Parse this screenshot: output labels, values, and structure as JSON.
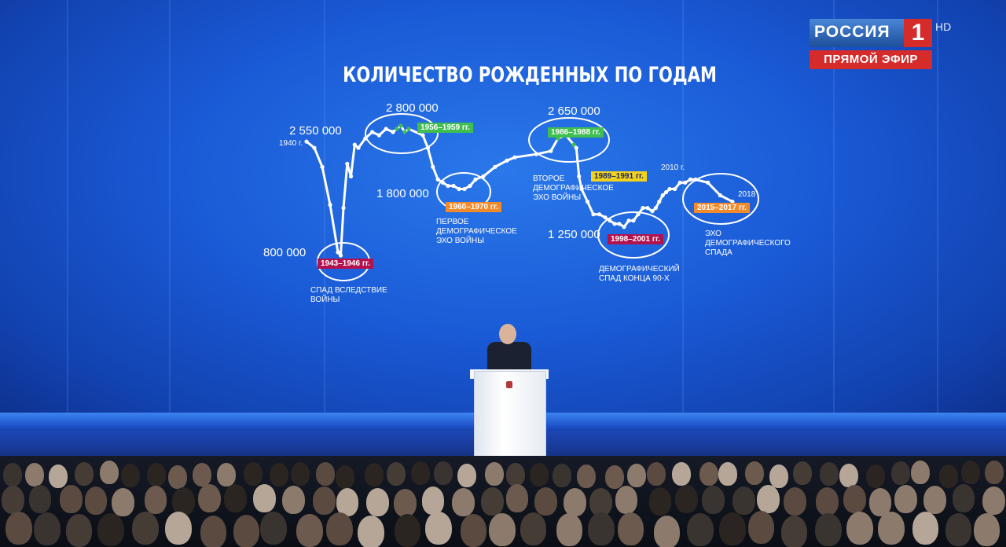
{
  "broadcast": {
    "channel_name": "РОССИЯ",
    "channel_number": "1",
    "quality": "HD",
    "live_label": "ПРЯМОЙ ЭФИР",
    "brand_colors": {
      "blue": "#2a62b8",
      "red": "#d52b2b"
    }
  },
  "slide": {
    "title": "КОЛИЧЕСТВО РОЖДЕННЫХ ПО ГОДАМ",
    "value_labels": [
      "2 550 000",
      "2 800 000",
      "2 650 000",
      "1 800 000",
      "1 250 000",
      "800 000"
    ],
    "year_labels": [
      "1940 г.",
      "2010 г.",
      "2018"
    ],
    "period_badges": [
      {
        "text": "1943–1946 гг.",
        "color": "#b3124f"
      },
      {
        "text": "1956–1959 гг.",
        "color": "#3fbf4f"
      },
      {
        "text": "1960–1970 гг.",
        "color": "#f08a2a"
      },
      {
        "text": "1986–1988 гг.",
        "color": "#3fbf4f"
      },
      {
        "text": "1989–1991 гг.",
        "color": "#f2d21e"
      },
      {
        "text": "1998–2001 гг.",
        "color": "#b3124f"
      },
      {
        "text": "2015–2017 гг.",
        "color": "#f08a2a"
      }
    ],
    "notes": [
      "СПАД ВСЛЕДСТВИЕ\nВОЙНЫ",
      "ПЕРВОЕ\nДЕМОГРАФИЧЕСКОЕ\nЭХО ВОЙНЫ",
      "ВТОРОЕ\nДЕМОГРАФИЧЕСКОЕ\nЭХО ВОЙНЫ",
      "ДЕМОГРАФИЧЕСКИЙ\nСПАД КОНЦА 90-Х",
      "ЭХО\nДЕМОГРАФИЧЕСКОГО\nСПАДА"
    ]
  },
  "chart_data": {
    "type": "line",
    "title": "КОЛИЧЕСТВО РОЖДЕННЫХ ПО ГОДАМ",
    "xlabel": "",
    "ylabel": "",
    "grid": false,
    "x": [
      1940,
      1941,
      1942,
      1943,
      1944,
      1945,
      1946,
      1947,
      1948,
      1949,
      1950,
      1951,
      1952,
      1953,
      1954,
      1955,
      1956,
      1957,
      1958,
      1959,
      1960,
      1961,
      1962,
      1963,
      1964,
      1965,
      1966,
      1967,
      1968,
      1969,
      1970,
      1972,
      1975,
      1978,
      1980,
      1983,
      1985,
      1986,
      1987,
      1988,
      1989,
      1990,
      1991,
      1992,
      1993,
      1994,
      1995,
      1996,
      1997,
      1998,
      1999,
      2000,
      2001,
      2002,
      2003,
      2004,
      2005,
      2006,
      2007,
      2008,
      2009,
      2010,
      2011,
      2012,
      2013,
      2014,
      2015,
      2016,
      2017,
      2018
    ],
    "y": [
      2550000,
      2450000,
      2150000,
      1550000,
      800000,
      750000,
      1500000,
      2200000,
      2000000,
      2500000,
      2450000,
      2600000,
      2700000,
      2650000,
      2750000,
      2700000,
      2750000,
      2800000,
      2700000,
      2750000,
      2650000,
      2450000,
      2150000,
      1950000,
      1900000,
      1850000,
      1850000,
      1800000,
      1800000,
      1850000,
      1950000,
      2000000,
      2150000,
      2250000,
      2300000,
      2350000,
      2400000,
      2600000,
      2650000,
      2500000,
      2450000,
      2000000,
      1800000,
      1600000,
      1400000,
      1400000,
      1350000,
      1300000,
      1250000,
      1250000,
      1200000,
      1300000,
      1300000,
      1400000,
      1500000,
      1500000,
      1450000,
      1500000,
      1600000,
      1700000,
      1750000,
      1800000,
      1800000,
      1900000,
      1900000,
      1950000,
      1950000,
      1900000,
      1700000,
      1600000
    ],
    "series": [
      {
        "values": "y"
      }
    ]
  }
}
